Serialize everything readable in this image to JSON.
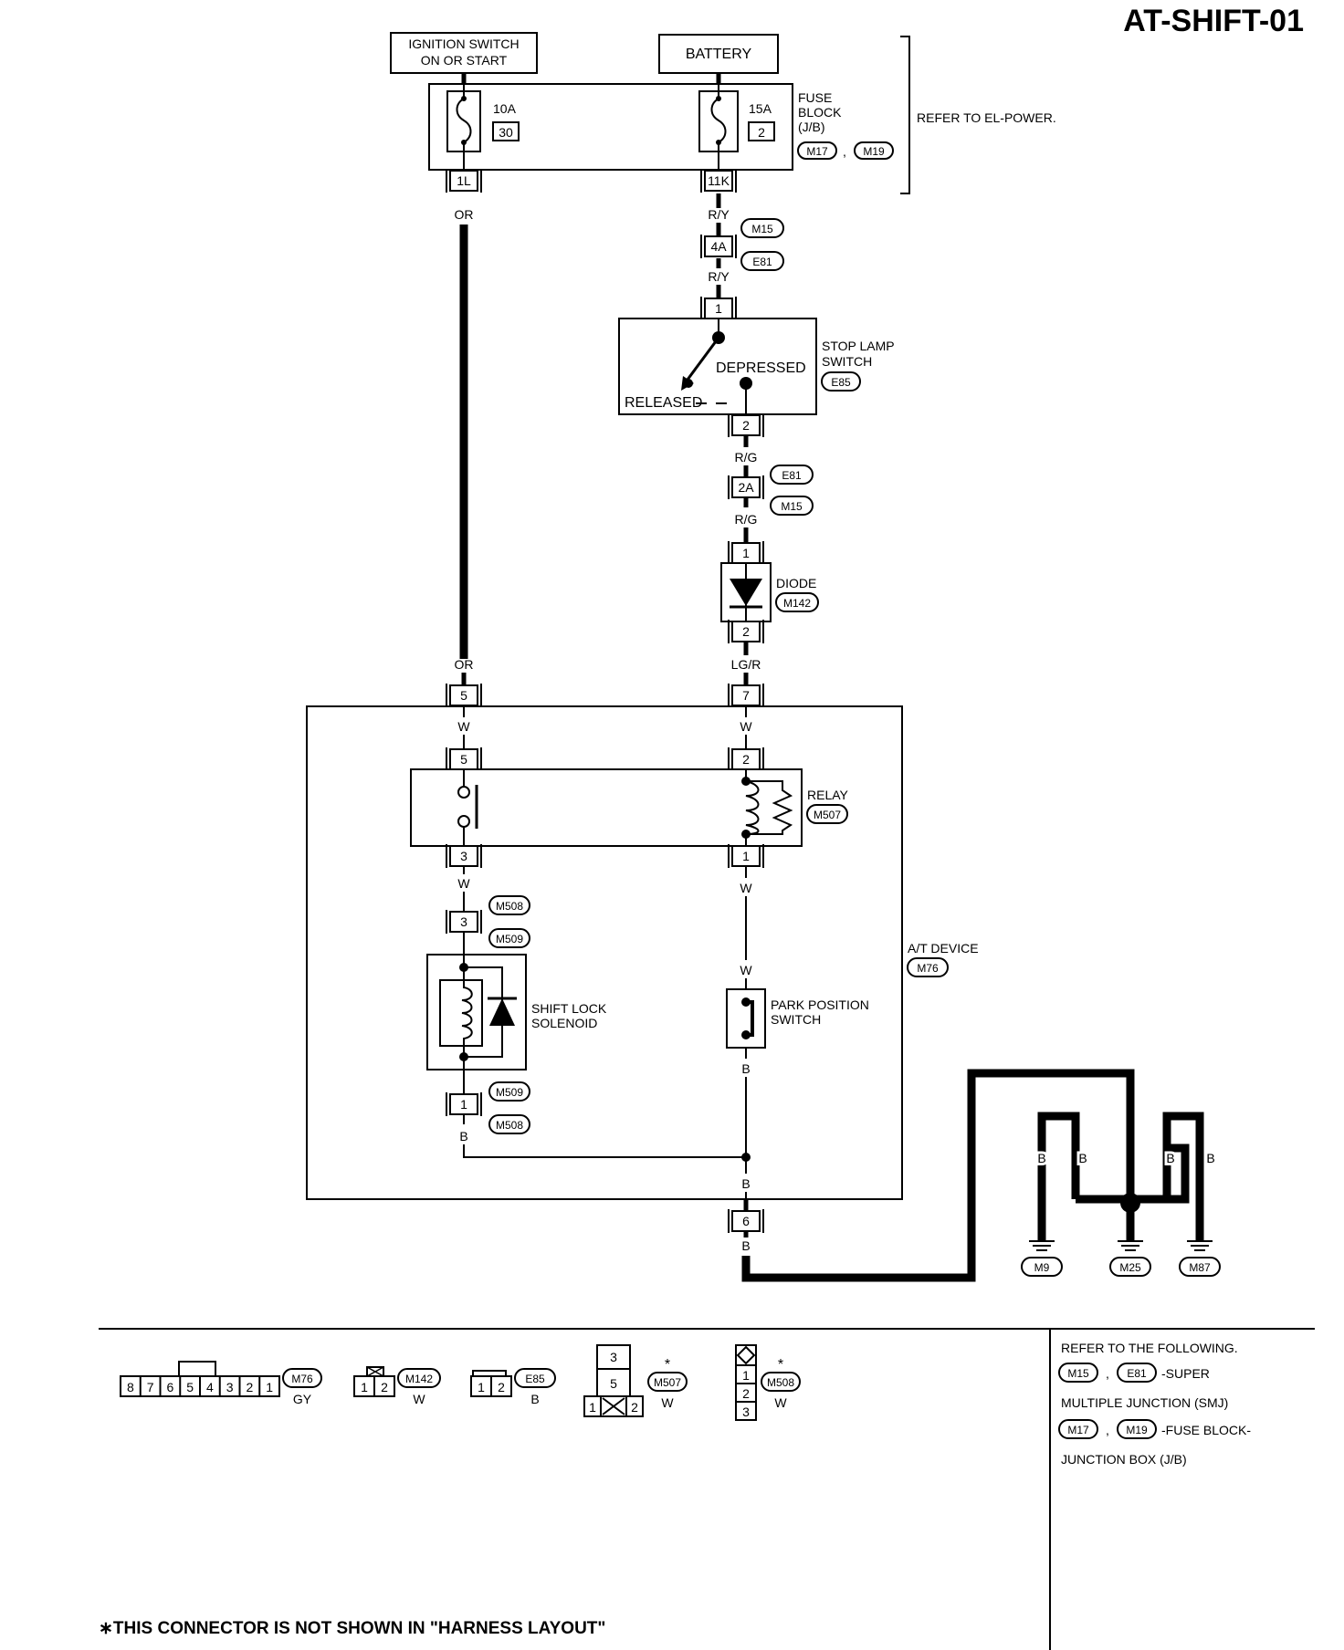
{
  "page_id": "AT-SHIFT-01",
  "sources": {
    "ignition": [
      "IGNITION SWITCH",
      "ON OR START"
    ],
    "battery": "BATTERY"
  },
  "fuse_block": {
    "label": [
      "FUSE",
      "BLOCK",
      "(J/B)"
    ],
    "connectors": [
      "M17",
      "M19"
    ],
    "sep": ",",
    "fuse_left_rating": "10A",
    "fuse_left_no": "30",
    "fuse_right_rating": "15A",
    "fuse_right_no": "2",
    "term_left": "1L",
    "term_right": "11K",
    "refer": "REFER TO EL-POWER."
  },
  "wires": {
    "or_top": "OR",
    "or_bottom": "OR",
    "ry_1": "R/Y",
    "ry_2": "R/Y",
    "rg_1": "R/G",
    "rg_2": "R/G",
    "lgr": "LG/R",
    "w_5": "W",
    "w_7": "W",
    "w_3": "W",
    "w_1": "W",
    "w_sw": "W",
    "b_sol": "B",
    "b_sw": "B",
    "b_mid": "B",
    "b_out": "B",
    "b_g1": "B",
    "b_g2": "B",
    "b_g3": "B",
    "b_g4": "B"
  },
  "smj1": {
    "pin": "4A",
    "top": "M15",
    "bottom": "E81"
  },
  "smj2": {
    "pin": "2A",
    "top": "E81",
    "bottom": "M15"
  },
  "stop_lamp": {
    "label": [
      "STOP LAMP",
      "SWITCH"
    ],
    "connector": "E85",
    "pin_in": "1",
    "pin_out": "2",
    "depressed": "DEPRESSED",
    "released": "RELEASED"
  },
  "diode": {
    "label": "DIODE",
    "connector": "M142",
    "pin_in": "1",
    "pin_out": "2"
  },
  "at_device": {
    "label": "A/T DEVICE",
    "connector": "M76",
    "pin_left": "5",
    "pin_right": "7",
    "pin_ground": "6"
  },
  "relay": {
    "label": "RELAY",
    "connector": "M507",
    "pin_tl": "5",
    "pin_tr": "2",
    "pin_bl": "3",
    "pin_br": "1"
  },
  "shift_lock": {
    "label": [
      "SHIFT LOCK",
      "SOLENOID"
    ],
    "conn_a": "M508",
    "conn_b": "M509",
    "pin_top": "3",
    "conn_c": "M509",
    "conn_d": "M508",
    "pin_bottom": "1"
  },
  "park_switch": {
    "label": [
      "PARK POSITION",
      "SWITCH"
    ]
  },
  "grounds": [
    "M9",
    "M25",
    "M87"
  ],
  "connector_views": {
    "m76": {
      "id": "M76",
      "color": "GY",
      "pins": [
        "8",
        "7",
        "6",
        "5",
        "4",
        "3",
        "2",
        "1"
      ]
    },
    "m142": {
      "id": "M142",
      "color": "W",
      "pins": [
        "1",
        "2"
      ]
    },
    "e85": {
      "id": "E85",
      "color": "B",
      "pins": [
        "1",
        "2"
      ]
    },
    "m507": {
      "id": "M507",
      "color": "W",
      "star": "*",
      "pins": [
        "3",
        "5",
        "1",
        "2"
      ]
    },
    "m508": {
      "id": "M508",
      "color": "W",
      "star": "*",
      "pins": [
        "1",
        "2",
        "3"
      ]
    }
  },
  "refer_following": {
    "line1": "REFER TO THE FOLLOWING.",
    "smj_a": "M15",
    "smj_b": "E81",
    "sep": ",",
    "smj_text": "-SUPER",
    "smj_text2": "MULTIPLE JUNCTION (SMJ)",
    "jb_a": "M17",
    "jb_b": "M19",
    "jb_text": "-FUSE BLOCK-",
    "jb_text2": "JUNCTION BOX (J/B)"
  },
  "footnote": "∗THIS CONNECTOR IS NOT SHOWN IN \"HARNESS LAYOUT\""
}
